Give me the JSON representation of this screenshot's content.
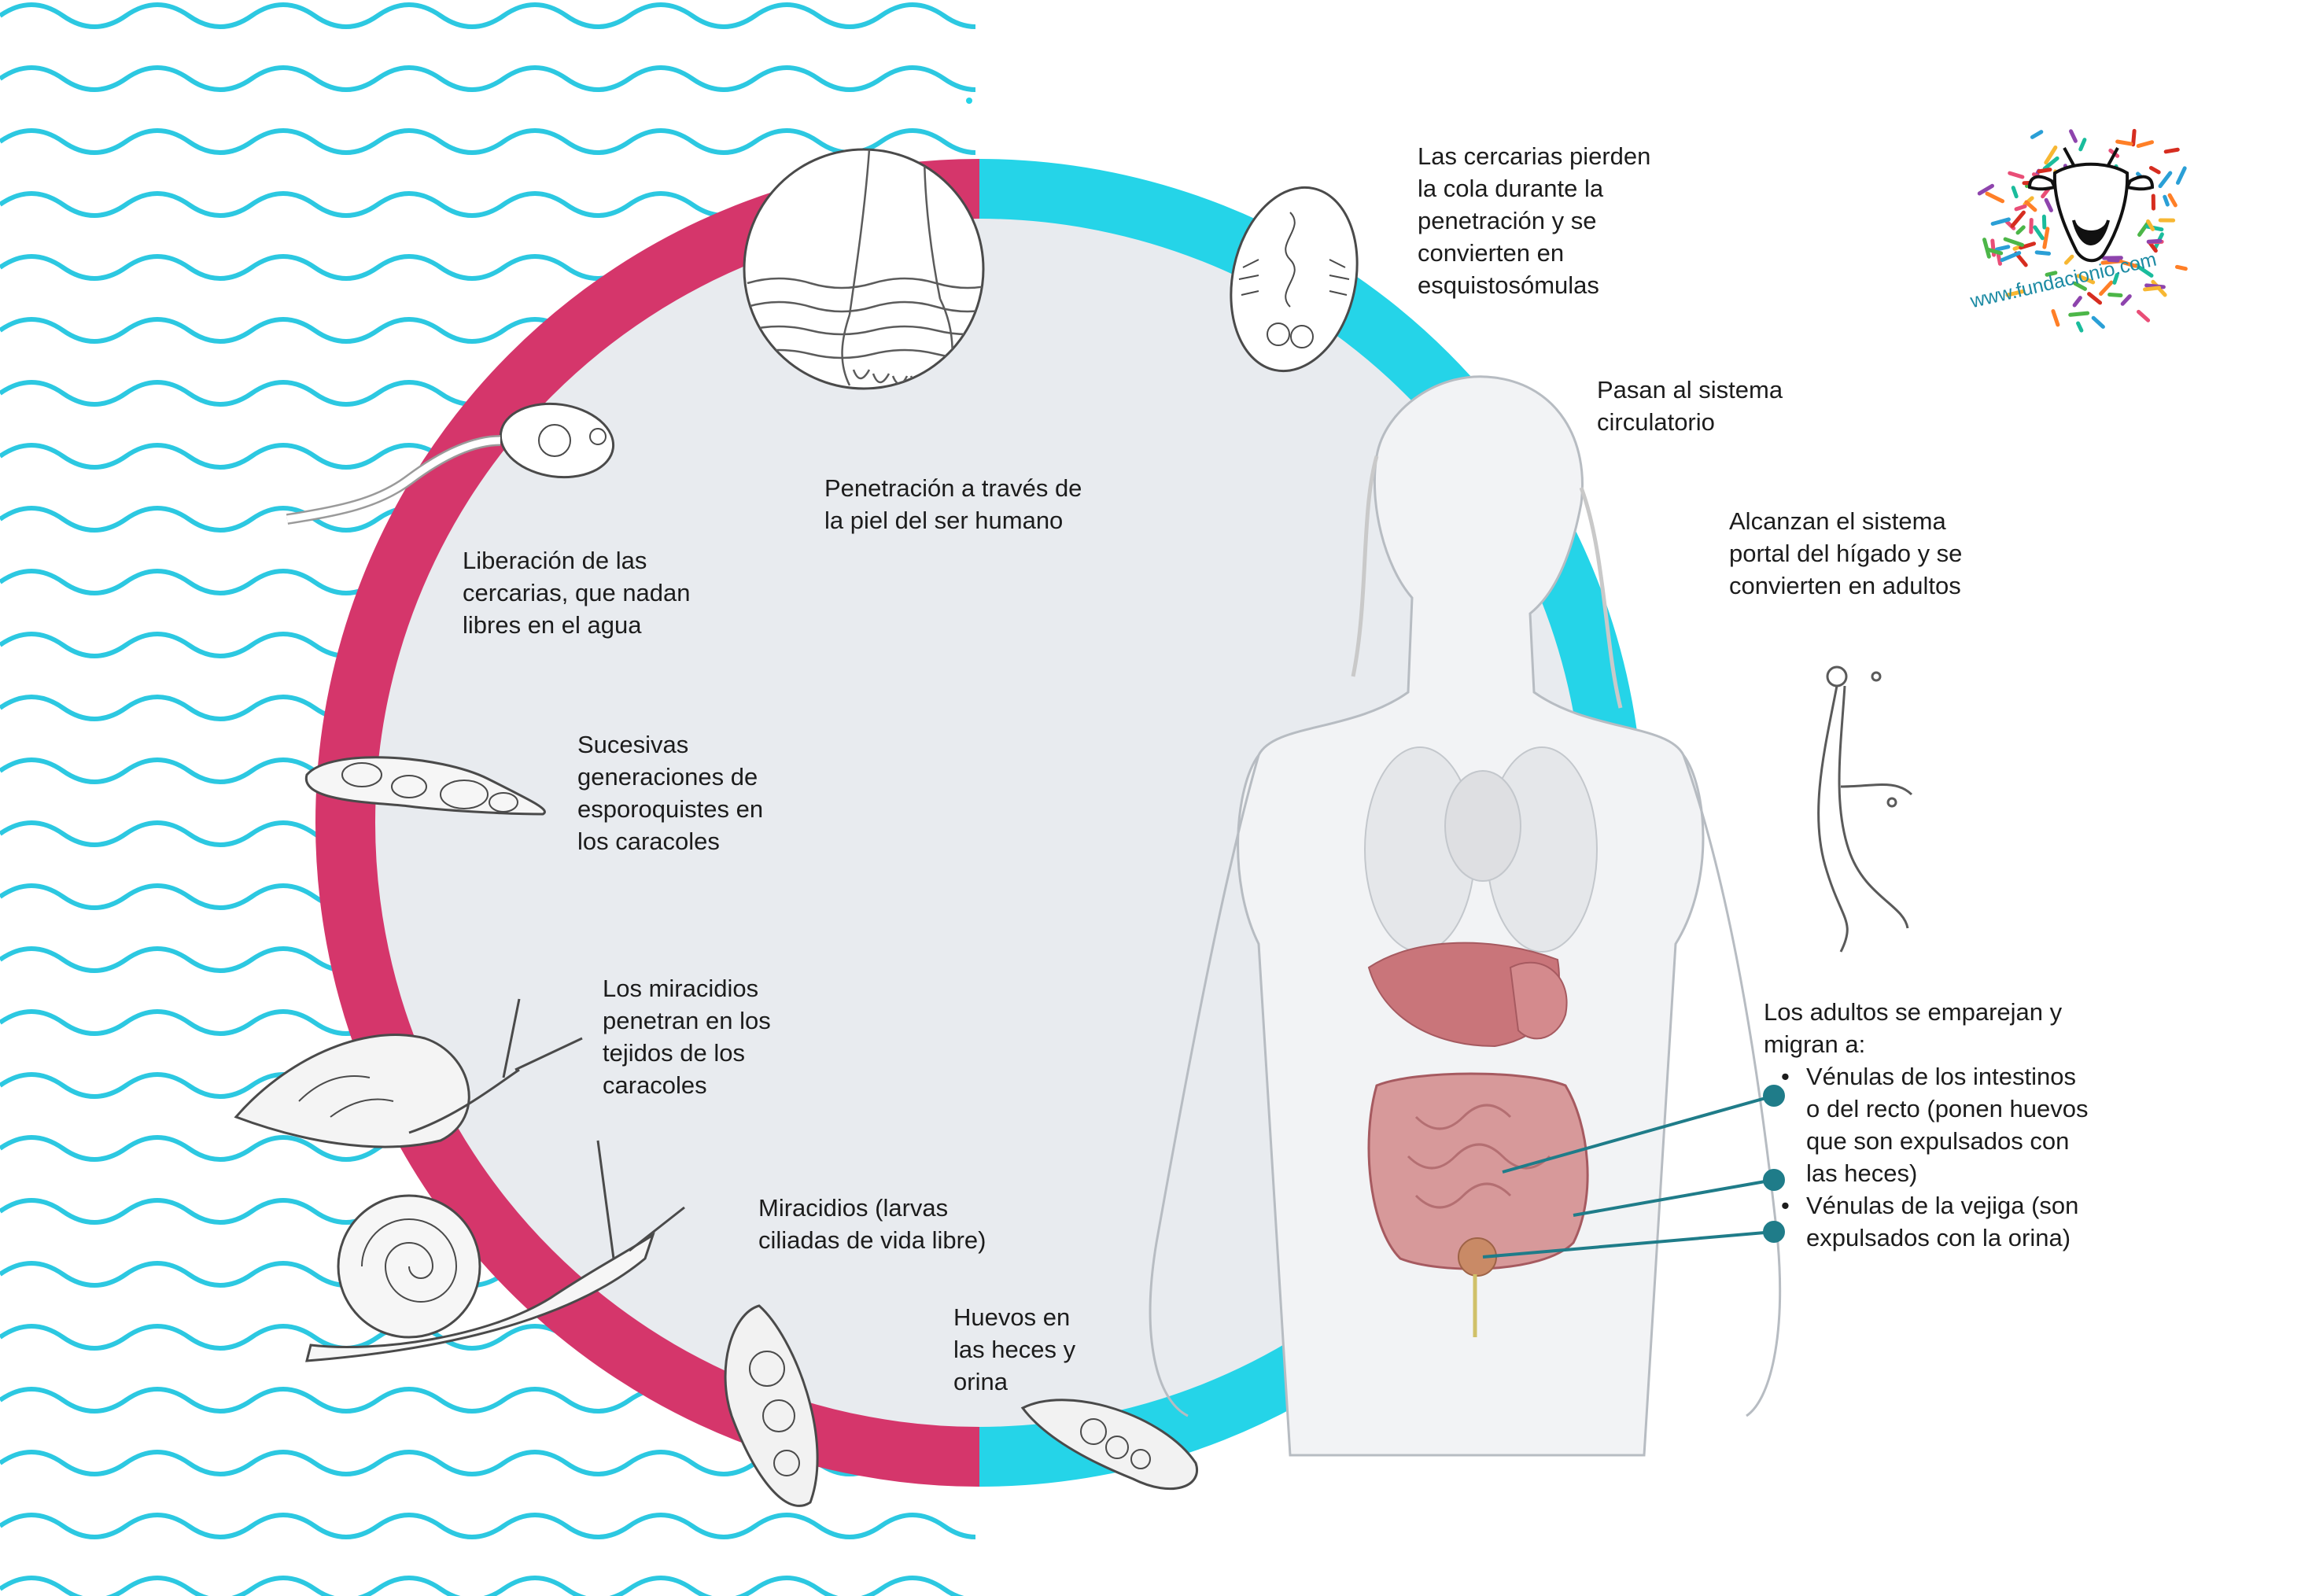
{
  "labels": {
    "cercarias_cola": [
      "Las cercarias pierden",
      "la cola durante la",
      "penetración y se",
      "convierten en",
      "esquistosómulas"
    ],
    "circulatorio": [
      "Pasan al sistema",
      "circulatorio"
    ],
    "higado": [
      "Alcanzan el sistema",
      "portal del hígado y se",
      "convierten en adultos"
    ],
    "penetracion": [
      "Penetración a través de",
      "la piel del ser humano"
    ],
    "liberacion": [
      "Liberación de las",
      "cercarias, que nadan",
      "libres en el agua"
    ],
    "esporoquistes": [
      "Sucesivas",
      "generaciones de",
      "esporoquistes en",
      "los caracoles"
    ],
    "miracidios_penetran": [
      "Los miracidios",
      "penetran en los",
      "tejidos de los",
      "caracoles"
    ],
    "miracidios_larvas": [
      "Miracidios (larvas",
      "ciliadas de vida libre)"
    ],
    "huevos": [
      "Huevos en",
      "las heces y",
      "orina"
    ],
    "adultos_intro": [
      "Los adultos se emparejan y",
      "migran a:"
    ],
    "adultos_items": [
      [
        "Vénulas de los intestinos",
        "o del recto (ponen huevos",
        "que son expulsados con",
        "las heces)"
      ],
      [
        "Vénulas de la vejiga (son",
        "expulsados con la orina)"
      ]
    ]
  },
  "logo": {
    "url": "www.fundacionio.com"
  },
  "colors": {
    "magenta": "#d5366b",
    "cyan": "#25d4e8",
    "wave": "#2cc8e1",
    "circle_fill": "#e8ebef",
    "pointer": "#1f7c89",
    "organ": "#c9757a"
  }
}
